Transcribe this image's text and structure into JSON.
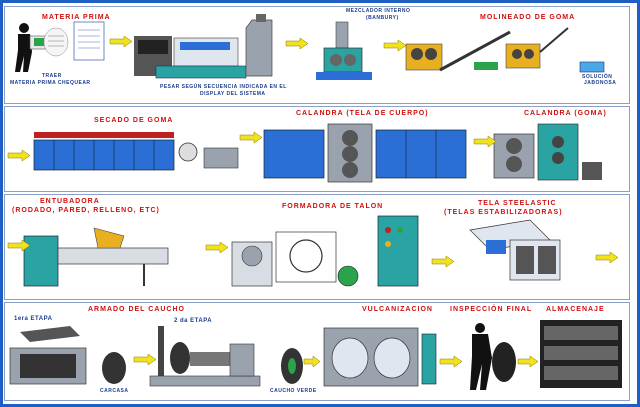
{
  "rows": [
    {
      "stages": [
        "MATERIA PRIMA",
        "MEZCLADOR INTERNO (BANBURY)",
        "MOLINEADO DE GOMA"
      ]
    },
    {
      "stages": [
        "SECADO DE GOMA",
        "CALANDRA (TELA DE CUERPO)",
        "CALANDRA (GOMA)"
      ]
    },
    {
      "stages": [
        "ENTUBADORA",
        "FORMADORA DE TALON",
        "TELA STEELASTIC"
      ]
    },
    {
      "stages": [
        "ARMADO DEL CAUCHO",
        "VULCANIZACION",
        "INSPECCIÓN FINAL",
        "ALMACENAJE"
      ]
    }
  ],
  "labels": {
    "materia_prima": "MATERIA PRIMA",
    "traer_line1": "TRAER",
    "traer_line2": "MATERIA PRIMA CHEQUEAR",
    "pesar_line1": "PESAR SEGÚN SECUENCIA INDICADA EN EL",
    "pesar_line2": "DISPLAY DEL SISTEMA",
    "mezclador_line1": "MEZCLADOR INTERNO",
    "mezclador_line2": "(BANBURY)",
    "molineado": "MOLINEADO DE GOMA",
    "solucion_line1": "SOLUCIÓN",
    "solucion_line2": "JABONOSA",
    "secado": "SECADO DE GOMA",
    "calandra_tela": "CALANDRA (TELA DE CUERPO)",
    "calandra_goma": "CALANDRA (GOMA)",
    "entubadora_line1": "ENTUBADORA",
    "entubadora_line2": "(RODADO, PARED, RELLENO, ETC)",
    "formadora": "FORMADORA DE TALON",
    "steelastic_line1": "TELA STEELASTIC",
    "steelastic_line2": "(TELAS ESTABILIZADORAS)",
    "armado": "ARMADO DEL CAUCHO",
    "etapa1": "1era ETAPA",
    "etapa2": "2 da ETAPA",
    "carcasa": "CARCASA",
    "caucho_verde": "CAUCHO VERDE",
    "vulcanizacion": "VULCANIZACION",
    "inspeccion": "INSPECCIÓN FINAL",
    "almacenaje": "ALMACENAJE"
  },
  "colors": {
    "frame": "#1f5fc4",
    "label": "#d01010",
    "caption": "#1a3c8c",
    "arrow": "#f2e21c",
    "machine_blue": "#2b6fd6",
    "machine_teal": "#2aa3a3",
    "machine_gray": "#9aa3ad"
  }
}
